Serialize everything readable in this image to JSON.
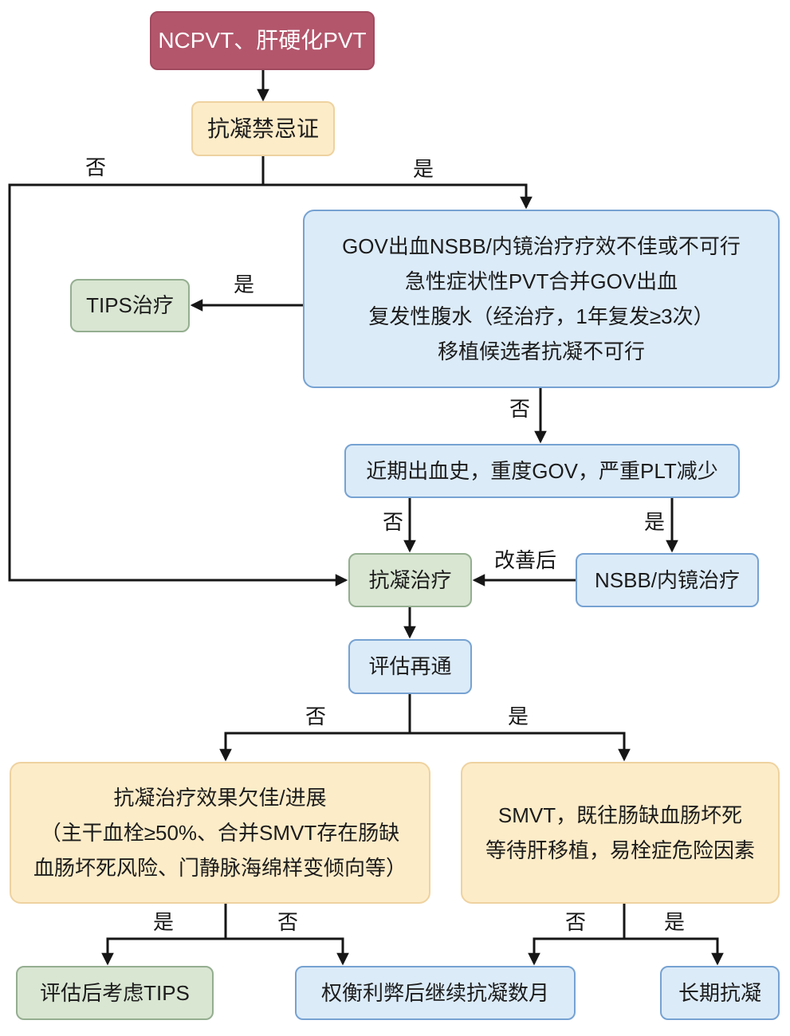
{
  "colors": {
    "start_bg": "#b3566c",
    "start_border": "#a14a5f",
    "start_text": "#ffffff",
    "yellow_bg": "#fdecc8",
    "yellow_border": "#eed2a0",
    "blue_bg": "#dcebf8",
    "blue_border": "#76a2d2",
    "green_bg": "#d9e6d2",
    "green_border": "#94ae90",
    "line": "#161616",
    "text": "#1c1c1c"
  },
  "nodes": {
    "start": {
      "label": "NCPVT、肝硬化PVT"
    },
    "contraindication": {
      "label": "抗凝禁忌证"
    },
    "big_criteria": {
      "lines": [
        "GOV出血NSBB/内镜治疗疗效不佳或不可行",
        "急性症状性PVT合并GOV出血",
        "复发性腹水（经治疗，1年复发≥3次）",
        "移植候选者抗凝不可行"
      ]
    },
    "tips": {
      "label": "TIPS治疗"
    },
    "recent_bleed": {
      "label": "近期出血史，重度GOV，严重PLT减少"
    },
    "anticoag": {
      "label": "抗凝治疗"
    },
    "nsbb": {
      "label": "NSBB/内镜治疗"
    },
    "recanal": {
      "label": "评估再通"
    },
    "poor_response": {
      "lines": [
        "抗凝治疗效果欠佳/进展",
        "（主干血栓≥50%、合并SMVT存在肠缺",
        "血肠坏死风险、门静脉海绵样变倾向等）"
      ]
    },
    "smvt": {
      "lines": [
        "SMVT，既往肠缺血肠坏死",
        "等待肝移植，易栓症危险因素"
      ]
    },
    "tips_consider": {
      "label": "评估后考虑TIPS"
    },
    "continue_months": {
      "label": "权衡利弊后继续抗凝数月"
    },
    "longterm": {
      "label": "长期抗凝"
    }
  },
  "edge_labels": {
    "no1": "否",
    "yes1": "是",
    "yes2": "是",
    "no2": "否",
    "no3": "否",
    "yes3": "是",
    "improved": "改善后",
    "no4": "否",
    "yes4": "是",
    "yes5": "是",
    "no5": "否",
    "no6": "否",
    "yes6": "是"
  }
}
